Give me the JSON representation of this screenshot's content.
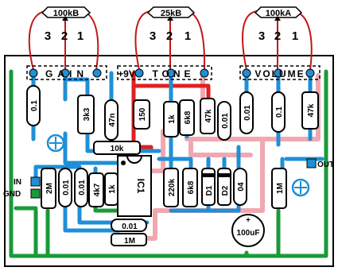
{
  "pots": [
    {
      "value": "100kB",
      "pins": [
        "3",
        "2",
        "1"
      ],
      "function": "GAIN"
    },
    {
      "value": "25kB",
      "pins": [
        "3",
        "2",
        "1"
      ],
      "function": "TONE"
    },
    {
      "value": "100kA",
      "pins": [
        "3",
        "2",
        "1"
      ],
      "function": "VOLUME"
    }
  ],
  "board_labels": {
    "gain": "GAIN",
    "nine_v": "+9V",
    "tone": "TONE",
    "volume": "VOLUME",
    "input": "IN",
    "ground": "GND",
    "output": "OUT"
  },
  "components": {
    "c_gain_01": "0.1",
    "r_3k3": "3k3",
    "c_47n": "47n",
    "r_10k": "10k",
    "r_150": "150",
    "r_1k": "1k",
    "r_6k8": "6k8",
    "r_47k_a": "47k",
    "c_001_tone": "0.01",
    "c_001_vol": "0.01",
    "c_01_vol": "0.1",
    "r_47k_vol": "47k",
    "r_2m": "2M",
    "c_001_in": "0.01",
    "c_001_in2": "0.01",
    "r_4k7": "4k7",
    "r_1k_in": "1k",
    "ic": "IC1",
    "r_220k": "220k",
    "r_6k8_b": "6k8",
    "d1": "D1",
    "d2": "D2",
    "c_04": "04",
    "r_1m_out": "1M",
    "c_001_bot": "0.01",
    "r_1m_bot": "1M",
    "c_100u": "100uF",
    "plus": "+"
  },
  "colors": {
    "trace_blue": "#1f8fd6",
    "trace_green": "#1a9a3a",
    "trace_pink": "#f0a8b0",
    "trace_red": "#e02020",
    "pot_wire": "#c01818",
    "board_outline": "#000000"
  }
}
